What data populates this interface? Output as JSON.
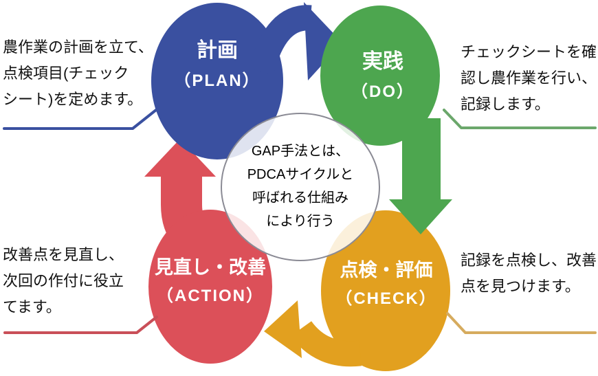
{
  "diagram_title": "GAP PDCA cycle diagram",
  "colors": {
    "blue": "#3a50a0",
    "green": "#4da64f",
    "orange": "#e2a01f",
    "red": "#dc5059",
    "blue_line": "#3a50a0",
    "green_line": "#6ba76b",
    "orange_line": "#d6ab5e",
    "red_line": "#c94f58",
    "center_border": "#8a8a94"
  },
  "nodes": {
    "plan": {
      "title": "計画",
      "subtitle": "（PLAN）"
    },
    "do": {
      "title": "実践",
      "subtitle": "（DO）"
    },
    "check": {
      "title": "点検・評価",
      "subtitle": "（CHECK）"
    },
    "action": {
      "title": "見直し・改善",
      "subtitle": "（ACTION）"
    }
  },
  "center": {
    "line1": "GAP手法とは、",
    "line2": "PDCAサイクルと",
    "line3": "呼ばれる仕組み",
    "line4": "により行う"
  },
  "notes": {
    "plan": {
      "line1": "農作業の計画を立て、",
      "line2": "点検項目(チェック",
      "line3": "シート)を定めます。"
    },
    "do": {
      "line1": "チェックシートを確",
      "line2": "認し農作業を行い、",
      "line3": "記録します。"
    },
    "check": {
      "line1": "記録を点検し、改善",
      "line2": "点を見つけます。"
    },
    "action": {
      "line1": "改善点を見直し、",
      "line2": "次回の作付に役立",
      "line3": "てます。"
    }
  }
}
